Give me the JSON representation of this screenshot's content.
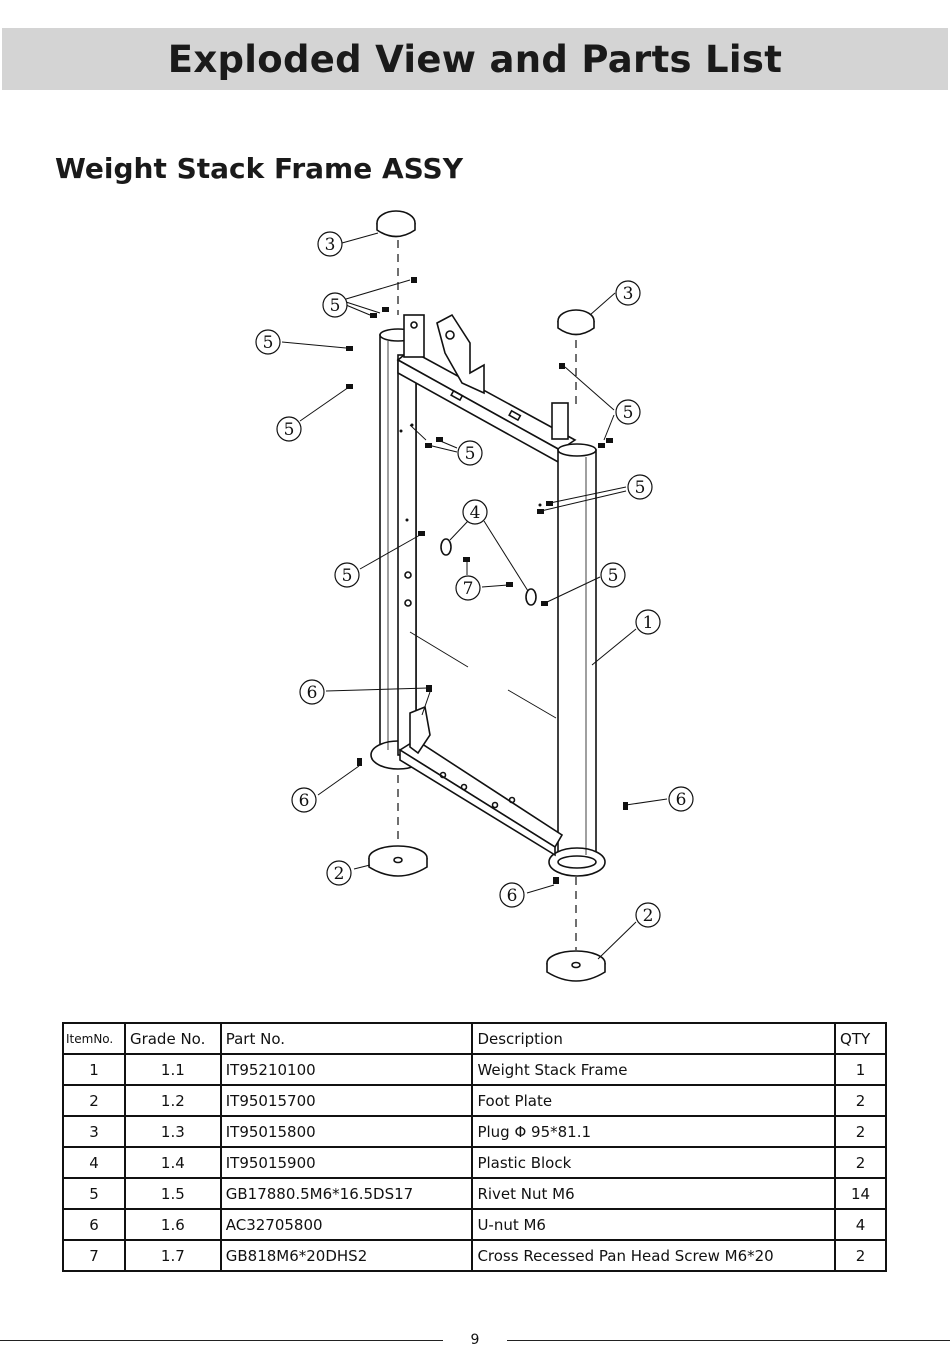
{
  "header": {
    "title": "Exploded View and Parts List"
  },
  "section": {
    "title": "Weight Stack Frame ASSY"
  },
  "callouts": [
    "1",
    "2",
    "3",
    "4",
    "5",
    "6",
    "7"
  ],
  "table": {
    "headers": [
      "ItemNo.",
      "Grade No.",
      "Part No.",
      "Description",
      "QTY"
    ],
    "rows": [
      [
        "1",
        "1.1",
        "IT95210100",
        "Weight Stack Frame",
        "1"
      ],
      [
        "2",
        "1.2",
        "IT95015700",
        "Foot Plate",
        "2"
      ],
      [
        "3",
        "1.3",
        "IT95015800",
        "Plug  Φ 95*81.1",
        "2"
      ],
      [
        "4",
        "1.4",
        "IT95015900",
        "Plastic Block",
        "2"
      ],
      [
        "5",
        "1.5",
        "GB17880.5M6*16.5DS17",
        "Rivet Nut M6",
        "14"
      ],
      [
        "6",
        "1.6",
        "AC32705800",
        "U-nut M6",
        "4"
      ],
      [
        "7",
        "1.7",
        "GB818M6*20DHS2",
        "Cross Recessed Pan Head Screw M6*20",
        "2"
      ]
    ]
  },
  "footer": {
    "page_number": "9"
  }
}
